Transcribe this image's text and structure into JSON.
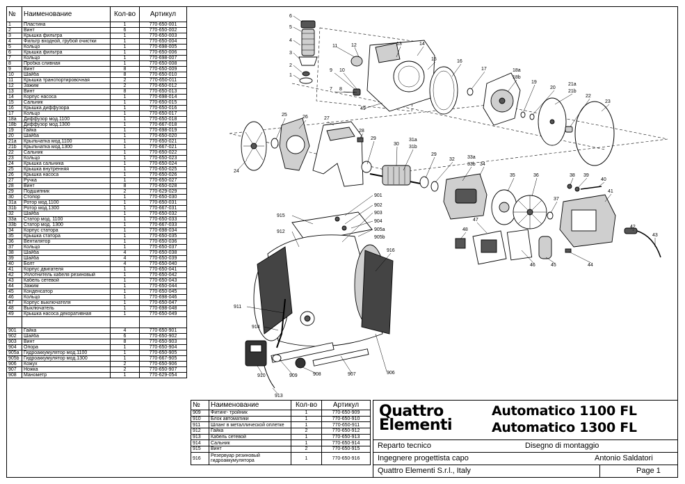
{
  "parts_table": {
    "headers": {
      "num": "№",
      "name": "Наименование",
      "qty": "Кол-во",
      "article": "Артикул"
    },
    "rows": [
      [
        "1",
        "Пластина",
        "1",
        "770-650-001"
      ],
      [
        "2",
        "Винт",
        "6",
        "770-650-002"
      ],
      [
        "3",
        "Крышка фильтра",
        "1",
        "770-650-003"
      ],
      [
        "4",
        "Фильтр входной, грубой очистки",
        "1",
        "770-650-004"
      ],
      [
        "5",
        "Кольцо",
        "1",
        "770-698-005"
      ],
      [
        "6",
        "Крышка фильтра",
        "1",
        "770-650-006"
      ],
      [
        "7",
        "Кольцо",
        "1",
        "770-698-007"
      ],
      [
        "8",
        "Пробка сливная",
        "1",
        "770-650-008"
      ],
      [
        "9",
        "Винт",
        "8",
        "770-650-009"
      ],
      [
        "10",
        "Шайба",
        "8",
        "770-650-010"
      ],
      [
        "11",
        "Крышка транспортировочная",
        "2",
        "770-650-011"
      ],
      [
        "12",
        "Зажим",
        "2",
        "770-650-012"
      ],
      [
        "13",
        "Винт",
        "8",
        "770-650-013"
      ],
      [
        "14",
        "Корпус насоса",
        "1",
        "770-698-014"
      ],
      [
        "15",
        "Сальник",
        "1",
        "770-650-015"
      ],
      [
        "16",
        "Крышка диффузора",
        "1",
        "770-650-016"
      ],
      [
        "17",
        "Кольцо",
        "1",
        "770-650-017"
      ],
      [
        "18a",
        "Диффузор мод.1100",
        "1",
        "770-650-018"
      ],
      [
        "18b",
        "Диффузор мод.1300",
        "1",
        "770-667-018"
      ],
      [
        "19",
        "Гайка",
        "1",
        "770-698-019"
      ],
      [
        "20",
        "Шайба",
        "1",
        "770-650-020"
      ],
      [
        "21a",
        "Крыльчатка мод.1100",
        "1",
        "770-650-021"
      ],
      [
        "21b",
        "Крыльчатка мод.1300",
        "1",
        "770-667-021"
      ],
      [
        "22",
        "Сальник",
        "1",
        "770-650-022"
      ],
      [
        "23",
        "Кольцо",
        "1",
        "770-650-023"
      ],
      [
        "24",
        "Крышка сальника",
        "1",
        "770-650-024"
      ],
      [
        "25",
        "Крышка внутренняя",
        "1",
        "770-650-025"
      ],
      [
        "26",
        "Крышка насоса",
        "1",
        "770-650-026"
      ],
      [
        "27",
        "Ручка",
        "1",
        "770-650-027"
      ],
      [
        "28",
        "Винт",
        "8",
        "770-650-028"
      ],
      [
        "29",
        "Подшипник",
        "2",
        "770-629-029"
      ],
      [
        "30",
        "Стопор",
        "1",
        "770-650-030"
      ],
      [
        "31a",
        "Ротор мод.1100",
        "1",
        "770-650-031"
      ],
      [
        "31b",
        "Ротор мод.1300",
        "1",
        "770-667-031"
      ],
      [
        "32",
        "Шайба",
        "1",
        "770-650-032"
      ],
      [
        "33a",
        "Статор мод. 1100",
        "1",
        "770-650-033"
      ],
      [
        "33b",
        "Статор мод. 1300",
        "1",
        "770-667-033"
      ],
      [
        "34",
        "Корпус статора",
        "1",
        "770-698-034"
      ],
      [
        "35",
        "Крышка статора",
        "1",
        "770-650-035"
      ],
      [
        "36",
        "Вентилятор",
        "1",
        "770-650-036"
      ],
      [
        "37",
        "Кольцо",
        "1",
        "770-650-037"
      ],
      [
        "38",
        "Шайба",
        "4",
        "770-650-038"
      ],
      [
        "39",
        "Шайба",
        "4",
        "770-650-039"
      ],
      [
        "40",
        "Болт",
        "4",
        "770-650-040"
      ],
      [
        "41",
        "Корпус двигателя",
        "1",
        "770-650-041"
      ],
      [
        "42",
        "Уплотнитель кабеля резиновый",
        "1",
        "770-650-042"
      ],
      [
        "43",
        "Кабель сетевой",
        "1",
        "770-650-043"
      ],
      [
        "44",
        "Зажим",
        "1",
        "770-650-044"
      ],
      [
        "45",
        "Конденсатор",
        "1",
        "770-650-045"
      ],
      [
        "46",
        "Кольцо",
        "1",
        "770-698-046"
      ],
      [
        "47",
        "Корпус выключателя",
        "1",
        "770-650-047"
      ],
      [
        "48",
        "Выключатель",
        "1",
        "770-698-048"
      ],
      [
        "49",
        "Крышка насоса декоративная",
        "1",
        "770-650-049"
      ]
    ],
    "rows2": [
      [
        "901",
        "Гайка",
        "4",
        "770-650-901"
      ],
      [
        "902",
        "Шайба",
        "6",
        "770-650-902"
      ],
      [
        "903",
        "Винт",
        "8",
        "770-650-903"
      ],
      [
        "904",
        "Опора",
        "1",
        "770-650-904"
      ],
      [
        "905a",
        "Гидроаккумулятор мод.1100",
        "1",
        "770-650-905"
      ],
      [
        "905b",
        "Гидроаккумулятор мод.1300",
        "1",
        "770-667-905"
      ],
      [
        "906",
        "Кожух",
        "2",
        "770-650-906"
      ],
      [
        "907",
        "Ножка",
        "2",
        "770-650-907"
      ],
      [
        "908",
        "Манометр",
        "1",
        "770-629-054"
      ]
    ]
  },
  "parts_table_mid": {
    "headers": {
      "num": "№",
      "name": "Наименование",
      "qty": "Кол-во",
      "article": "Артикул"
    },
    "rows": [
      [
        "909",
        "Фитинг- тройник",
        "1",
        "770-650-909"
      ],
      [
        "910",
        "Блок автоматики",
        "1",
        "770-650-910"
      ],
      [
        "911",
        "Шланг в металлической оплетке",
        "1",
        "770-650-911"
      ],
      [
        "912",
        "Гайка",
        "2",
        "770-650-912"
      ],
      [
        "913",
        "Кабель сетевой",
        "1",
        "770-650-913"
      ],
      [
        "914",
        "Сальник",
        "1",
        "770-650-914"
      ],
      [
        "915",
        "Винт",
        "2",
        "770-650-915"
      ],
      [
        "916",
        "Резервуар резиновый гидроаккумулятора",
        "1",
        "770-650-916"
      ]
    ]
  },
  "title_block": {
    "brand_line1": "Quattro",
    "brand_line2": "Elementi",
    "model_1": "Automatico 1100 FL",
    "model_2": "Automatico 1300 FL",
    "department": "Reparto tecnico",
    "drawing_type": "Disegno di montaggio",
    "engineer_role": "Ingegnere progettista capo",
    "engineer_name": "Antonio Saldatori",
    "company": "Quattro Elementi S.r.l., Italy",
    "page": "Page 1"
  },
  "diagram_labels": {
    "pump": [
      "1",
      "2",
      "3",
      "4",
      "5",
      "6",
      "7",
      "8",
      "9",
      "10",
      "11",
      "12",
      "13",
      "14",
      "15",
      "16",
      "17",
      "18a",
      "18b",
      "19",
      "20",
      "21a",
      "21b",
      "22",
      "23",
      "24",
      "25",
      "26",
      "27",
      "28",
      "29",
      "30",
      "31a",
      "31b",
      "29",
      "32",
      "33a",
      "33b",
      "34",
      "35",
      "36",
      "37",
      "38",
      "39",
      "40",
      "41",
      "42",
      "43",
      "44",
      "45",
      "46",
      "47",
      "48",
      "49"
    ],
    "tank": [
      "901",
      "902",
      "903",
      "904",
      "905a",
      "905b",
      "906",
      "907",
      "908",
      "909",
      "910",
      "911",
      "912",
      "913",
      "914",
      "915",
      "916"
    ]
  }
}
